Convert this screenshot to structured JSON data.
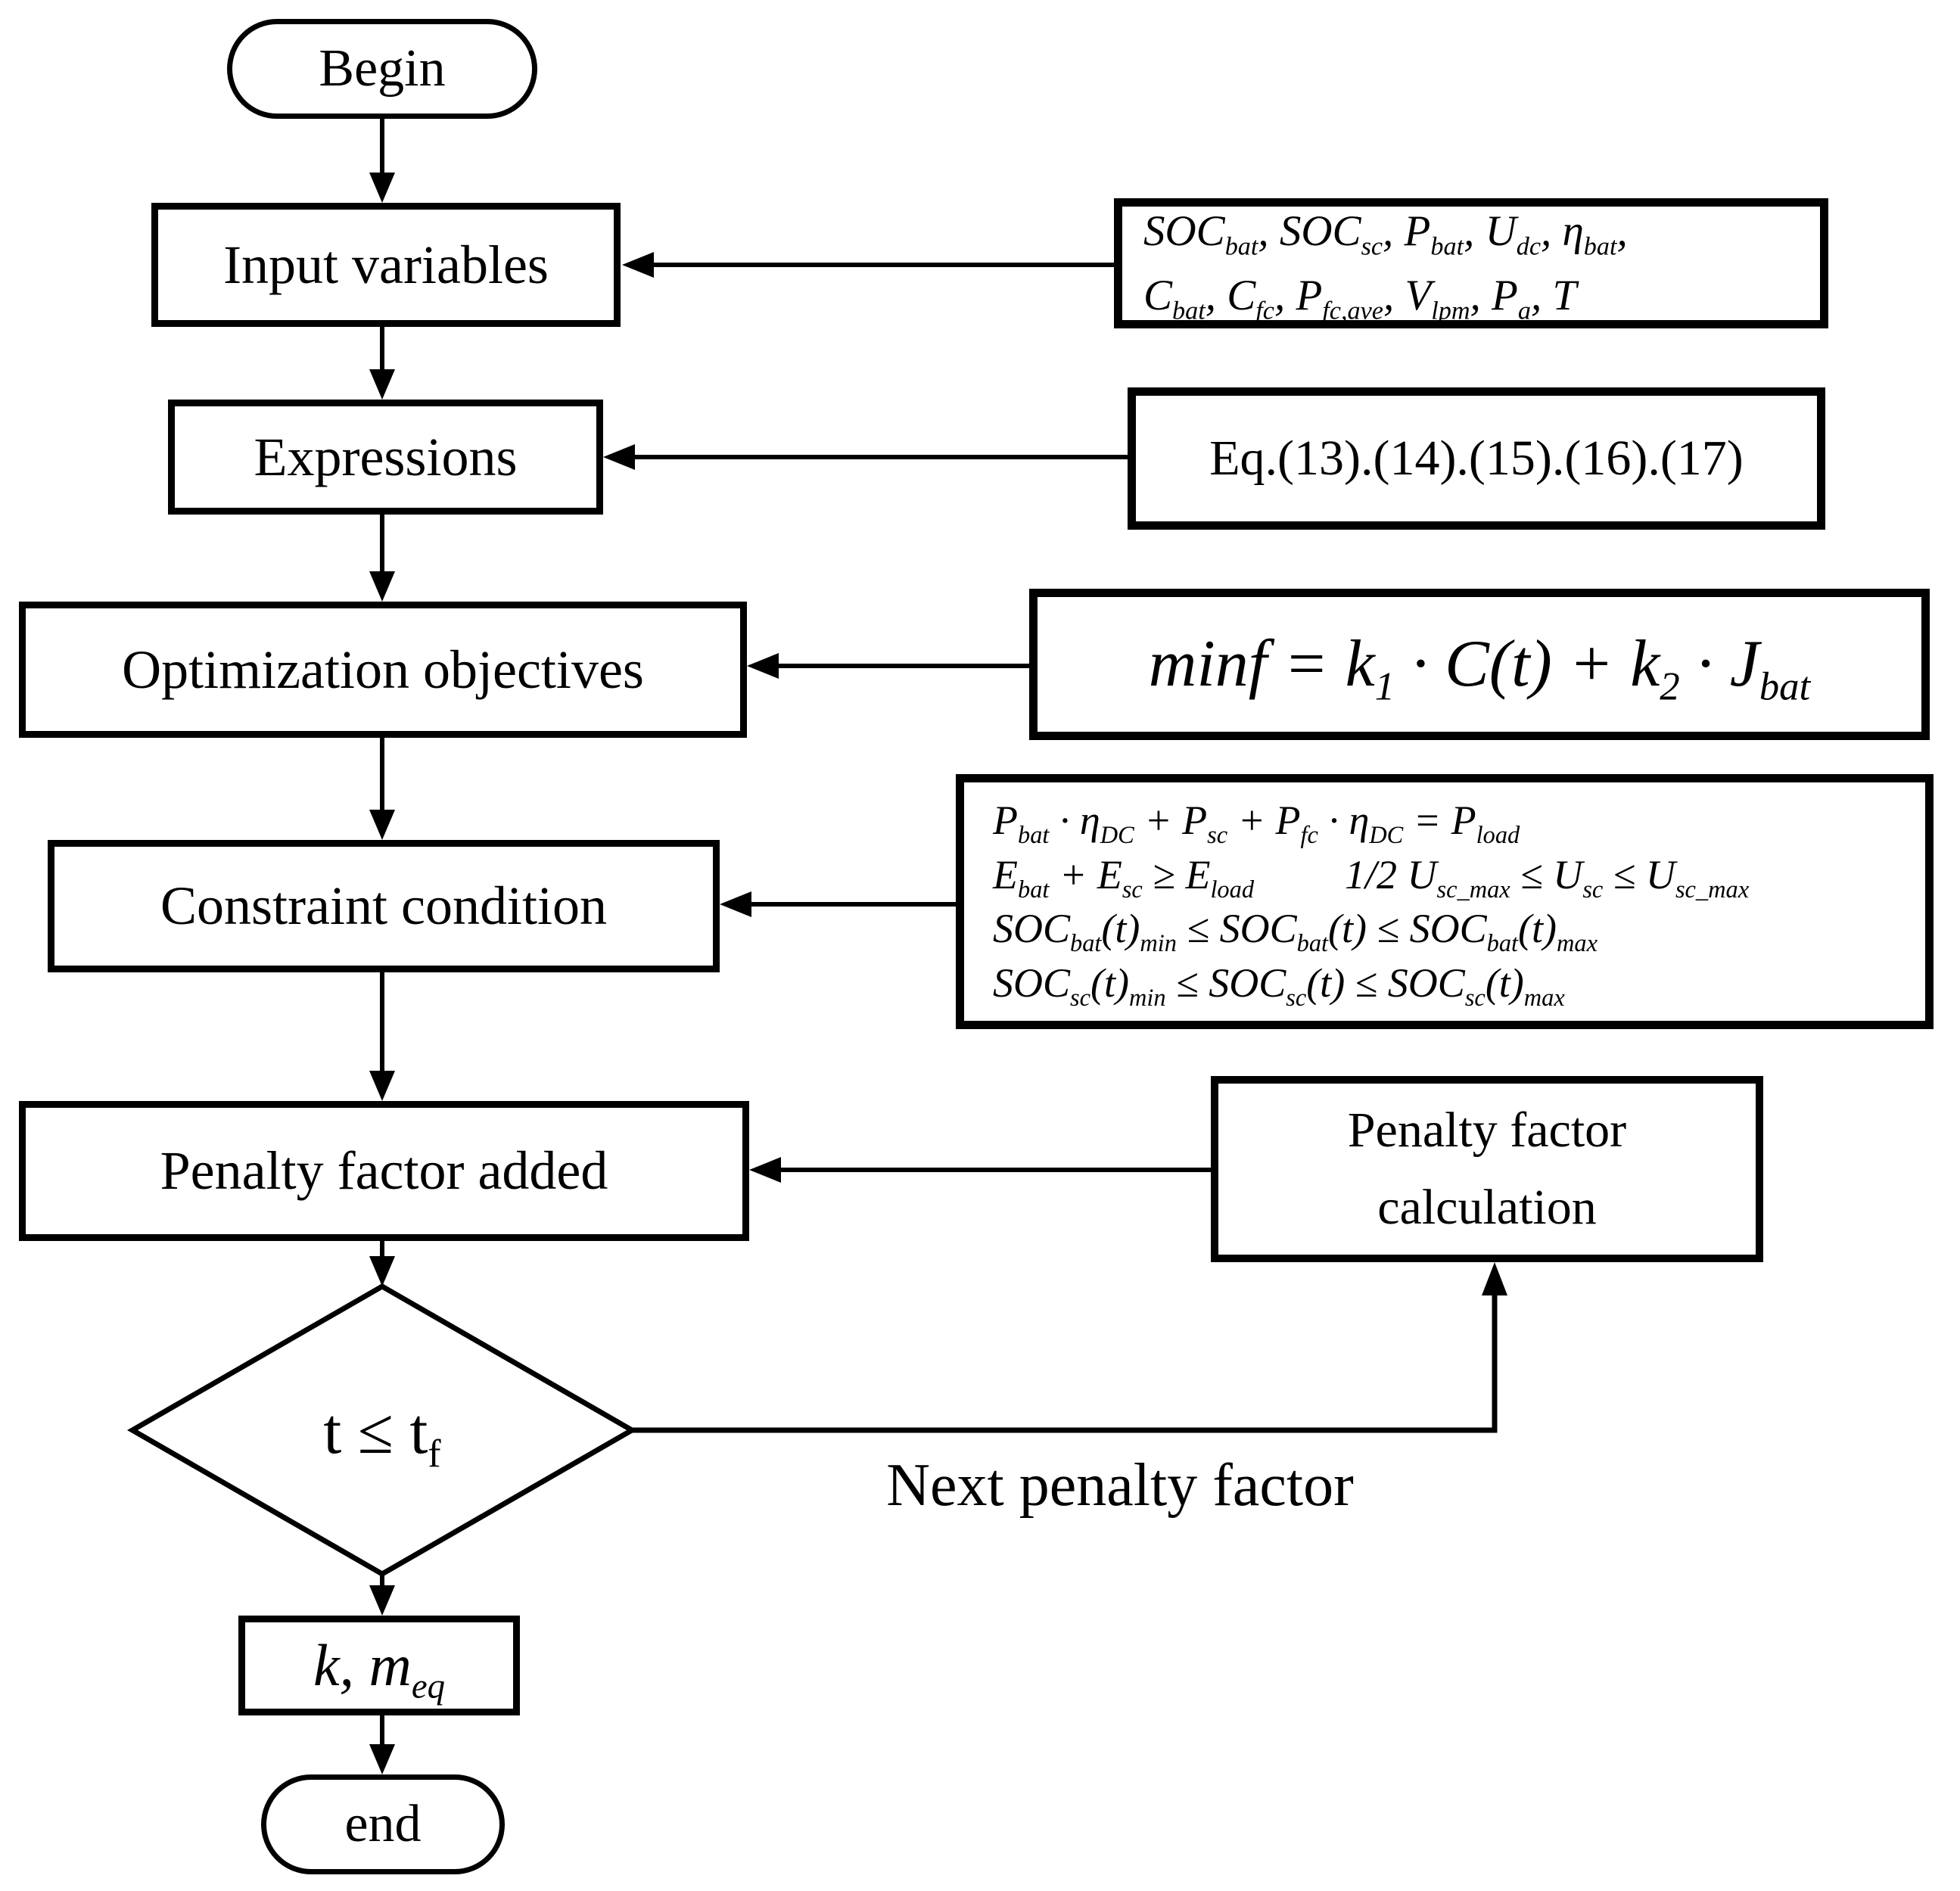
{
  "flowchart": {
    "nodes": {
      "begin": {
        "label": "Begin"
      },
      "input_variables": {
        "label": "Input variables"
      },
      "expressions": {
        "label": "Expressions"
      },
      "optimization_objectives": {
        "label": "Optimization objectives"
      },
      "constraint_condition": {
        "label": "Constraint condition"
      },
      "penalty_factor_added": {
        "label": "Penalty factor added"
      },
      "decision": {
        "condition": "t ≤ t_{f}"
      },
      "result": {
        "label": "k, m_{eq}"
      },
      "end": {
        "label": "end"
      }
    },
    "annotations": {
      "input_variables_list": {
        "line1": "SOC_{bat}、SOC_{sc}、P_{bat}、U_{dc}、η_{bat}、",
        "line2": "C_{bat}、C_{fc}、P_{fc,ave}、V_{lpm}、P_{a}、T"
      },
      "equations_ref": {
        "label": "Eq.(13).(14).(15).(16).(17)"
      },
      "objective_function": {
        "formula": "minf = k_{1} · C(t) + k_{2} · J_{bat}"
      },
      "constraints": {
        "line1": "P_{bat} · η_{DC} + P_{sc} + P_{fc} · η_{DC} = P_{load}",
        "line2a": "E_{bat} + E_{sc} ≥ E_{load}",
        "line2b": "1/2 U_{sc_max} ≤ U_{sc} ≤ U_{sc_max}",
        "line3": "SOC_{bat}(t)_{min} ≤ SOC_{bat}(t) ≤ SOC_{bat}(t)_{max}",
        "line4": "SOC_{sc}(t)_{min} ≤ SOC_{sc}(t) ≤ SOC_{sc}(t)_{max}"
      },
      "penalty_factor_calculation": {
        "line1": "Penalty factor",
        "line2": "calculation"
      },
      "feedback_label": "Next penalty factor"
    },
    "colors": {
      "stroke": "#000000",
      "background": "#ffffff"
    }
  }
}
